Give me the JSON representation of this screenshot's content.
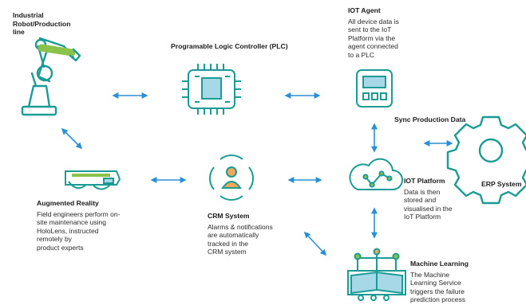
{
  "colors": {
    "teal": "#1a9c94",
    "green": "#8bc34a",
    "arrow": "#2a8fd4",
    "screen": "#a7d8e8",
    "orange": "#f2a65a"
  },
  "nodes": {
    "robot": {
      "title_line1": "Industrial",
      "title_line2": "Robot/Production",
      "title_line3": "line",
      "icon": "robot-arm-icon"
    },
    "plc": {
      "title": "Programable Logic Controller (PLC)",
      "icon": "chip-icon"
    },
    "iot_agent": {
      "title": "IOT Agent",
      "desc": [
        "All device data is",
        "sent  to the IoT",
        "Platform  via the",
        "agent  connected",
        "to a PLC"
      ],
      "icon": "device-icon"
    },
    "sync": {
      "title": "Sync Production Data"
    },
    "erp": {
      "title": "ERP System",
      "icon": "gear-icon"
    },
    "ar": {
      "title": "Augmented Reality",
      "desc": [
        "Field engineers perform on-",
        "site  maintenance using",
        "HoloLens,  instructed",
        "remotely by",
        "product experts"
      ],
      "icon": "ar-glasses-icon"
    },
    "crm": {
      "title": "CRM System",
      "desc": [
        "Alarms & notifications",
        "are automatically",
        "tracked in the",
        "CRM system"
      ],
      "icon": "crm-user-icon"
    },
    "iot_platform": {
      "title": "IOT Platform",
      "desc": [
        "Data is then",
        "stored  and",
        "visualised in  the",
        "IoT Platform"
      ],
      "icon": "cloud-icon"
    },
    "ml": {
      "title": "Machine Learning",
      "desc": [
        "The Machine",
        "Learning Service",
        "triggers the failure",
        "prediction process"
      ],
      "icon": "ml-book-icon"
    }
  }
}
